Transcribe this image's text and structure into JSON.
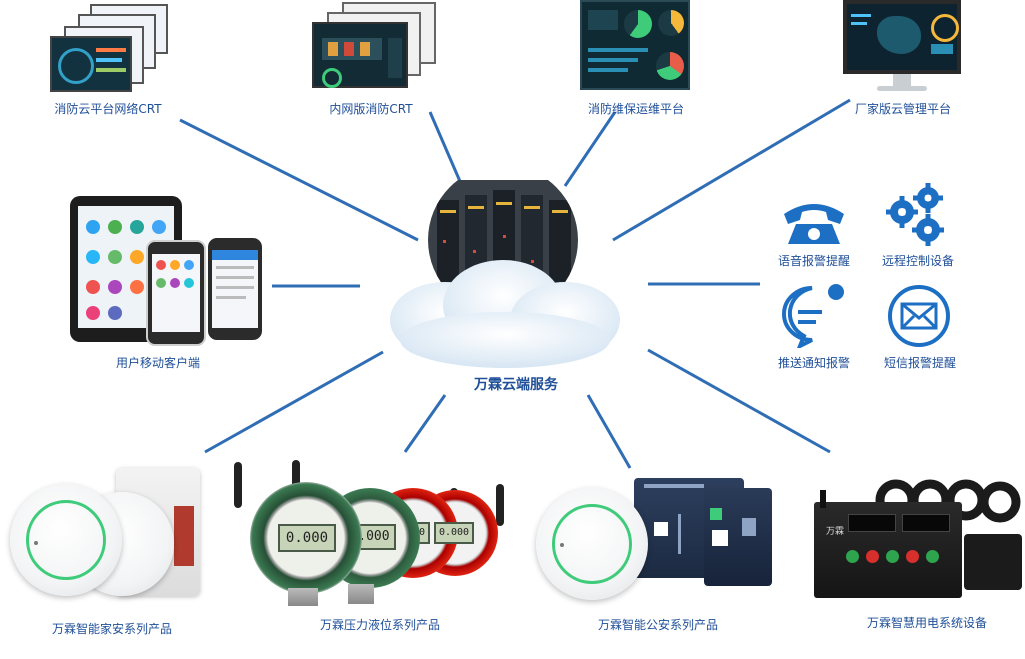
{
  "center": {
    "label": "万霖云端服务"
  },
  "top": [
    {
      "label": "消防云平台网络CRT"
    },
    {
      "label": "内网版消防CRT"
    },
    {
      "label": "消防维保运维平台"
    },
    {
      "label": "厂家版云管理平台"
    }
  ],
  "left": {
    "label": "用户移动客户端"
  },
  "right": [
    {
      "label": "语音报警提醒",
      "icon": "telephone-icon"
    },
    {
      "label": "远程控制设备",
      "icon": "gears-icon"
    },
    {
      "label": "推送通知报警",
      "icon": "chat-bubble-icon"
    },
    {
      "label": "短信报警提醒",
      "icon": "envelope-icon"
    }
  ],
  "bottom": [
    {
      "label": "万霖智能家安系列产品"
    },
    {
      "label": "万霖压力液位系列产品"
    },
    {
      "label": "万霖智能公安系列产品"
    },
    {
      "label": "万霖智慧用电系统设备"
    }
  ],
  "device_text": {
    "lcd_value": "0.000",
    "meter_brand": "万霖"
  },
  "colors": {
    "line": "#2f6db5",
    "label": "#1f4f98",
    "accent_green": "#3ecb7a",
    "icon_blue": "#1d6fc4"
  }
}
